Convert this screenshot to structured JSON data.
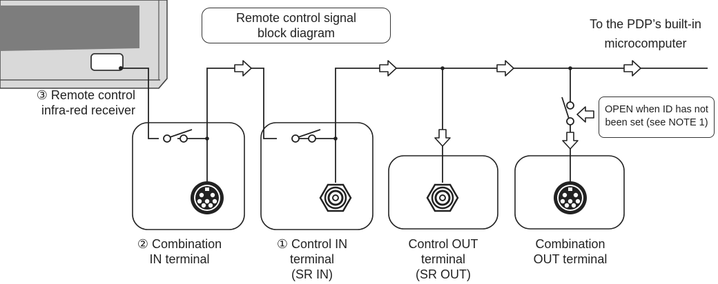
{
  "diagram": {
    "title_line1": "Remote control signal",
    "title_line2": "block diagram",
    "output_line1": "To the PDP’s built-in",
    "output_line2": "microcomputer",
    "receiver_line1": "③ Remote control",
    "receiver_line2": "infra-red receiver",
    "note_line1": "OPEN when ID has not",
    "note_line2": "been set (see NOTE 1)",
    "terminals": [
      {
        "line1": "②  Combination",
        "line2": "IN terminal",
        "line3": ""
      },
      {
        "line1": "①  Control IN",
        "line2": "terminal",
        "line3": "(SR IN)"
      },
      {
        "line1": "Control OUT",
        "line2": "terminal",
        "line3": "(SR OUT)"
      },
      {
        "line1": "Combination",
        "line2": "OUT terminal",
        "line3": ""
      }
    ],
    "colors": {
      "line": "#222222",
      "monitor_frame": "#d9d9d9",
      "monitor_screen": "#7d7d7d"
    }
  }
}
